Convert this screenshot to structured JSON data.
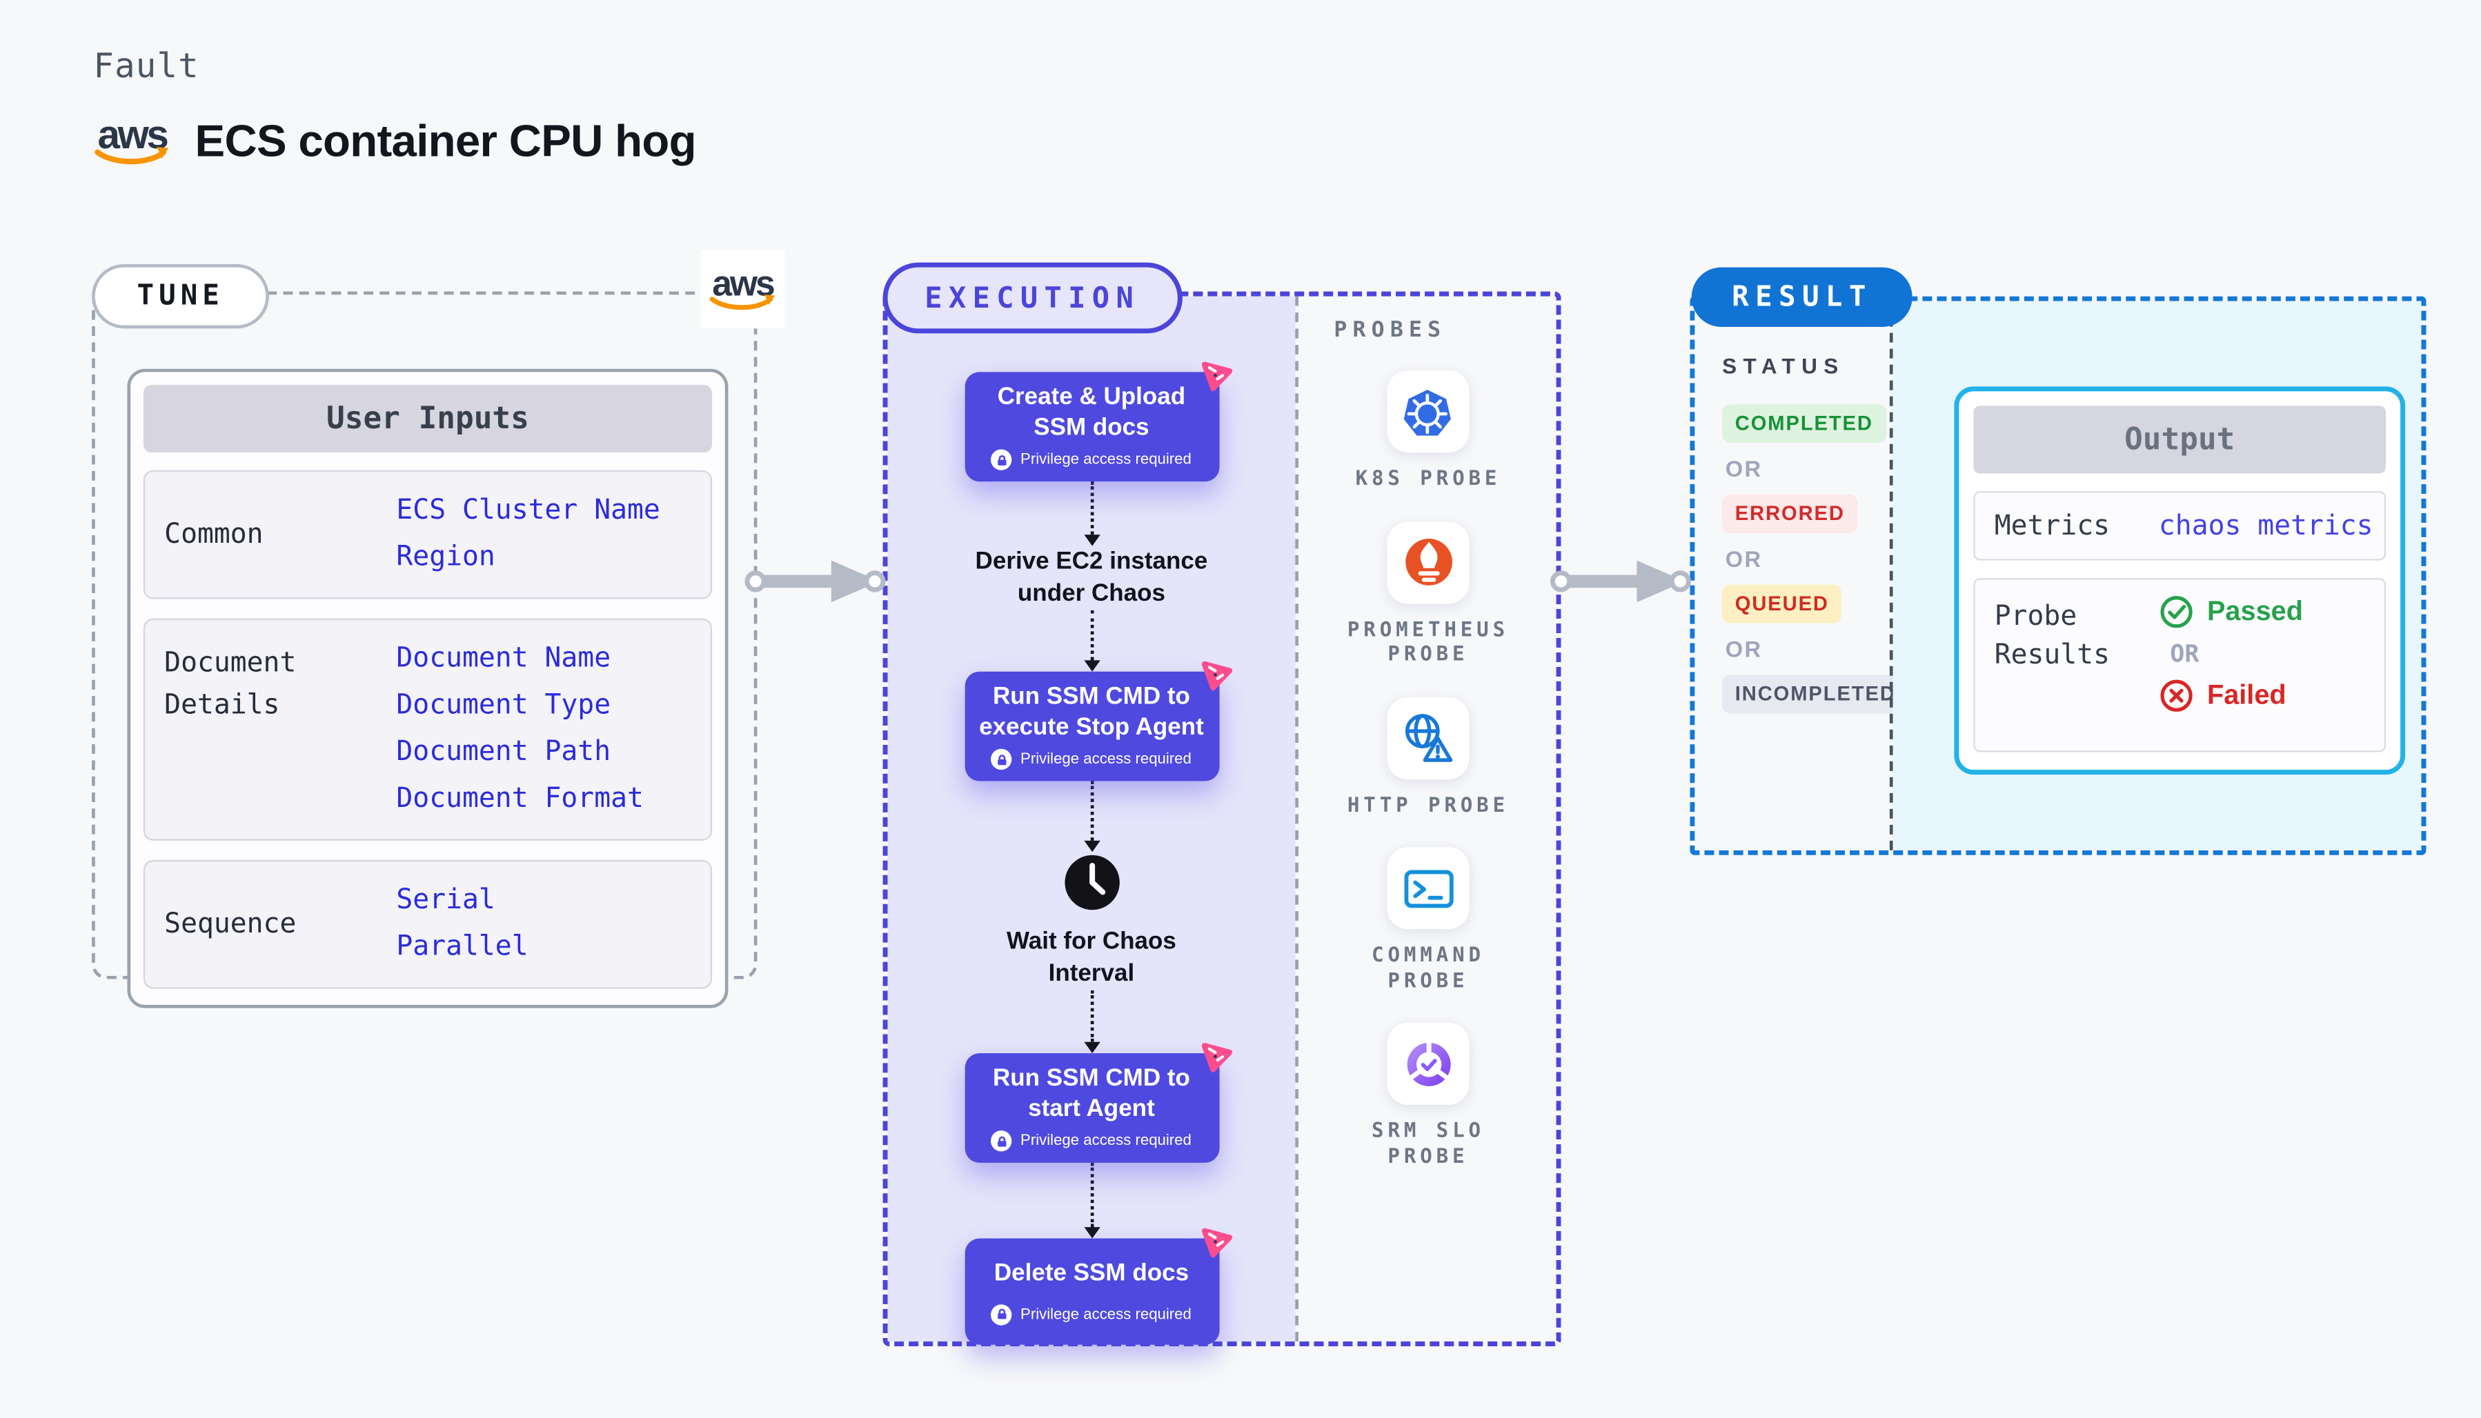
{
  "header": {
    "eyebrow": "Fault",
    "title": "ECS container CPU hog"
  },
  "aws": {
    "logo_text": "aws"
  },
  "tune": {
    "badge": "TUNE",
    "user_inputs": {
      "header": "User Inputs",
      "rows": [
        {
          "label": "Common",
          "values": [
            "ECS Cluster Name",
            "Region"
          ]
        },
        {
          "label": "Document Details",
          "values": [
            "Document Name",
            "Document Type",
            "Document Path",
            "Document Format"
          ]
        },
        {
          "label": "Sequence",
          "values": [
            "Serial",
            "Parallel"
          ]
        }
      ]
    }
  },
  "execution": {
    "badge": "EXECUTION",
    "privilege_note": "Privilege access required",
    "steps": {
      "create_upload": {
        "line1": "Create & Upload",
        "line2": "SSM docs"
      },
      "derive": {
        "line1": "Derive EC2 instance",
        "line2": "under Chaos"
      },
      "stop_agent": {
        "line1": "Run SSM CMD to",
        "line2": "execute Stop Agent"
      },
      "wait": {
        "line1": "Wait for Chaos",
        "line2": "Interval"
      },
      "start_agent": {
        "line1": "Run SSM CMD to",
        "line2": "start Agent"
      },
      "delete_docs": {
        "line1": "Delete SSM docs"
      }
    }
  },
  "probes": {
    "label": "PROBES",
    "items": [
      {
        "name": "K8S PROBE",
        "icon": "kubernetes-icon"
      },
      {
        "name": "PROMETHEUS PROBE",
        "icon": "prometheus-icon"
      },
      {
        "name": "HTTP PROBE",
        "icon": "globe-warning-icon"
      },
      {
        "name": "COMMAND PROBE",
        "icon": "terminal-icon"
      },
      {
        "name": "SRM SLO PROBE",
        "icon": "gauge-check-icon"
      }
    ]
  },
  "result": {
    "badge": "RESULT",
    "status_label": "STATUS",
    "or": "OR",
    "statuses": [
      {
        "label": "COMPLETED"
      },
      {
        "label": "ERRORED"
      },
      {
        "label": "QUEUED"
      },
      {
        "label": "INCOMPLETED"
      }
    ],
    "output": {
      "header": "Output",
      "metrics_label": "Metrics",
      "metrics_value": "chaos metrics",
      "probe_results_label": "Probe Results",
      "passed": "Passed",
      "or": "OR",
      "failed": "Failed"
    }
  },
  "colors": {
    "page_bg": "#f7f8fa",
    "step_indigo": "#4f46e5",
    "execution_accent": "#4b45d9",
    "chaos_ribbon_pink": "#fb4d8d",
    "result_blue": "#1478d6",
    "output_border_cyan": "#22b2e8",
    "value_blue": "#2b2bdb",
    "completed_green": "#179237",
    "errored_red": "#d02c2c",
    "queued_bg_yellow": "#fcefc4",
    "incompleted_gray": "#4e5568",
    "passed_green": "#28a14c",
    "failed_red": "#d92626",
    "aws_orange": "#f79400",
    "kubernetes_blue": "#326ce5",
    "prometheus_orange": "#e75225",
    "http_blue": "#1878d8",
    "command_blue": "#1590dc",
    "srm_purple": "#7c3aed"
  }
}
